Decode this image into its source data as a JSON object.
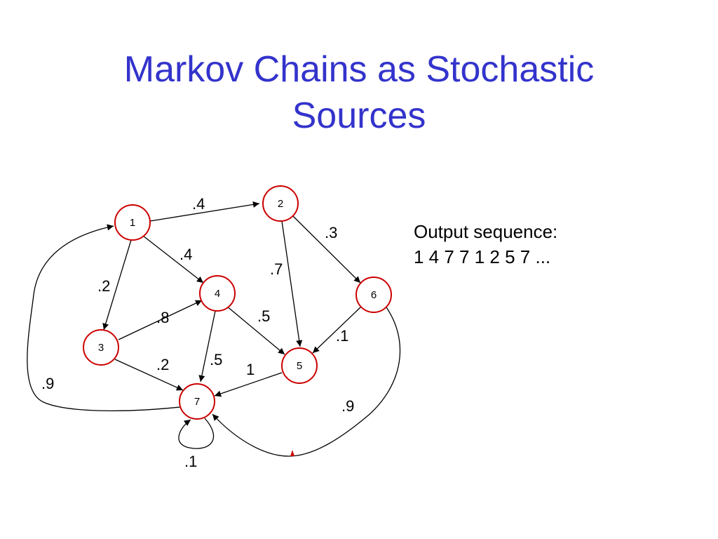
{
  "title": {
    "line1": "Markov Chains as Stochastic",
    "line2": "Sources"
  },
  "colors": {
    "title": "#3333cc",
    "node_border": "#cc0000",
    "edge": "#000000"
  },
  "nodes": [
    {
      "id": "1",
      "label": "1"
    },
    {
      "id": "2",
      "label": "2"
    },
    {
      "id": "3",
      "label": "3"
    },
    {
      "id": "4",
      "label": "4"
    },
    {
      "id": "5",
      "label": "5"
    },
    {
      "id": "6",
      "label": "6"
    },
    {
      "id": "7",
      "label": "7"
    }
  ],
  "edges": [
    {
      "from": "1",
      "to": "2",
      "label": ".4"
    },
    {
      "from": "1",
      "to": "4",
      "label": ".4"
    },
    {
      "from": "1",
      "to": "3",
      "label": ".2"
    },
    {
      "from": "2",
      "to": "6",
      "label": ".3"
    },
    {
      "from": "2",
      "to": "5",
      "label": ".7"
    },
    {
      "from": "3",
      "to": "4",
      "label": ".8"
    },
    {
      "from": "3",
      "to": "7",
      "label": ".2"
    },
    {
      "from": "4",
      "to": "5",
      "label": ".5"
    },
    {
      "from": "4",
      "to": "7",
      "label": ".5"
    },
    {
      "from": "6",
      "to": "5",
      "label": ".1"
    },
    {
      "from": "5",
      "to": "7",
      "label": "1"
    },
    {
      "from": "7",
      "to": "1",
      "label": ".9"
    },
    {
      "from": "6",
      "to": "7",
      "label": ".9"
    },
    {
      "from": "7",
      "to": "7",
      "label": ".1"
    }
  ],
  "output": {
    "heading": "Output sequence:",
    "sequence": "1 4 7 7 1 2 5 7 ..."
  }
}
